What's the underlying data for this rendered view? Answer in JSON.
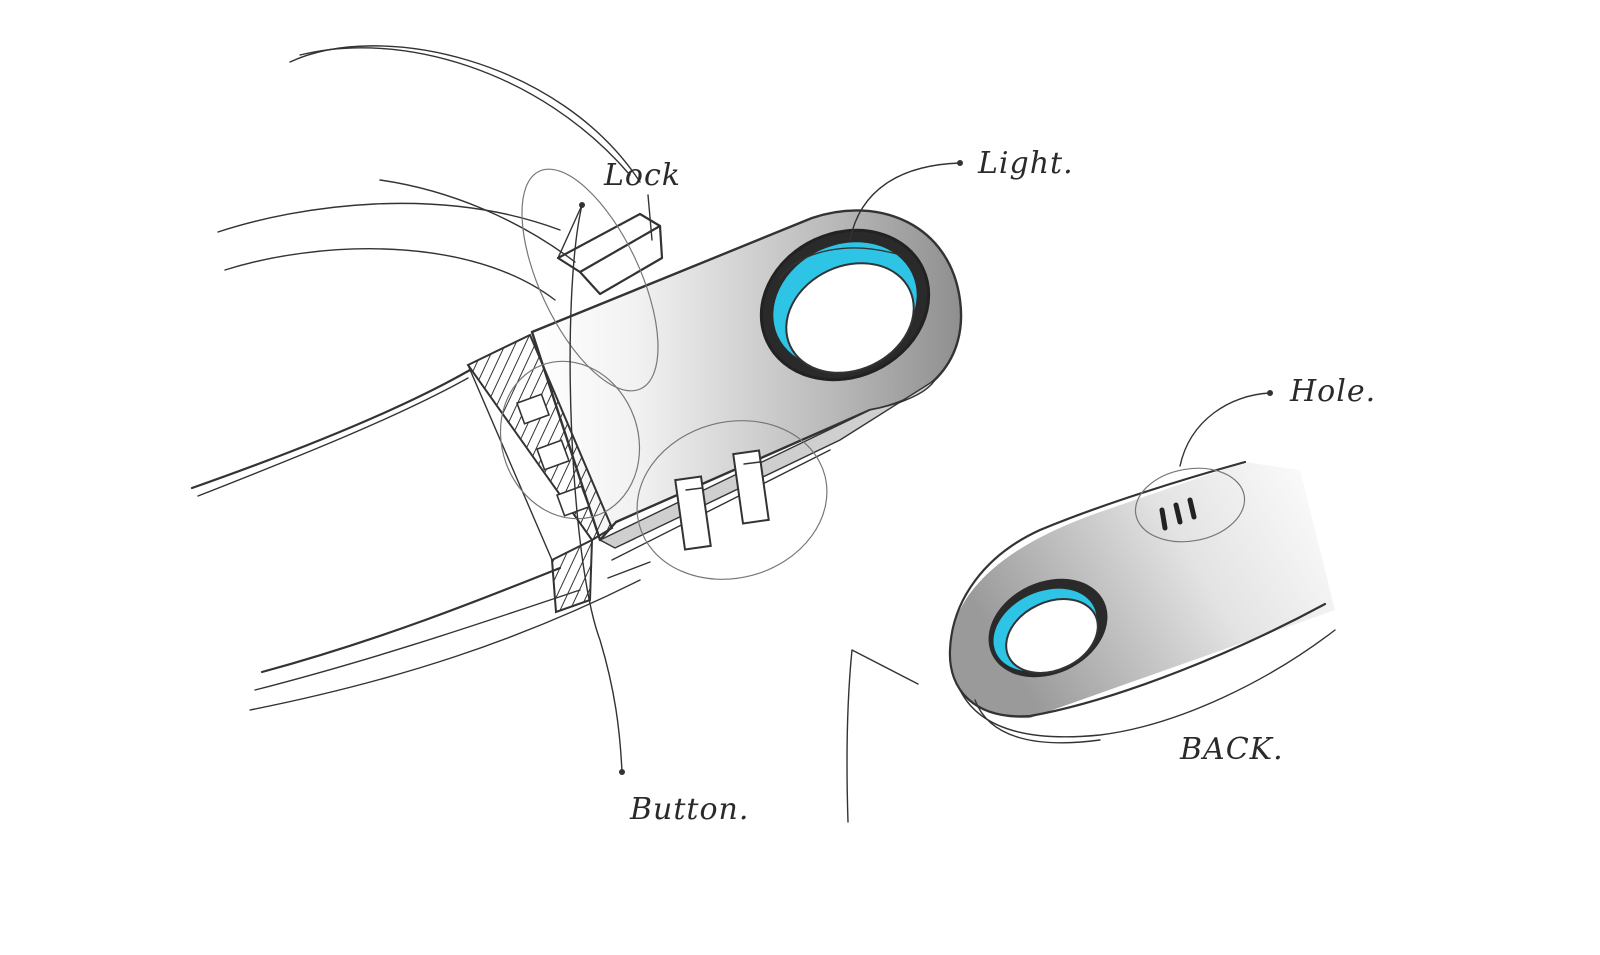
{
  "labels": {
    "lock": "Lock",
    "light": "Light.",
    "hole": "Hole.",
    "button": "Button.",
    "back": "BACK."
  },
  "colors": {
    "ink": "#333333",
    "accent": "#2ec4e6",
    "body_light": "#f2f2f2",
    "body_dark": "#8f8f8f",
    "background": "#ffffff"
  }
}
